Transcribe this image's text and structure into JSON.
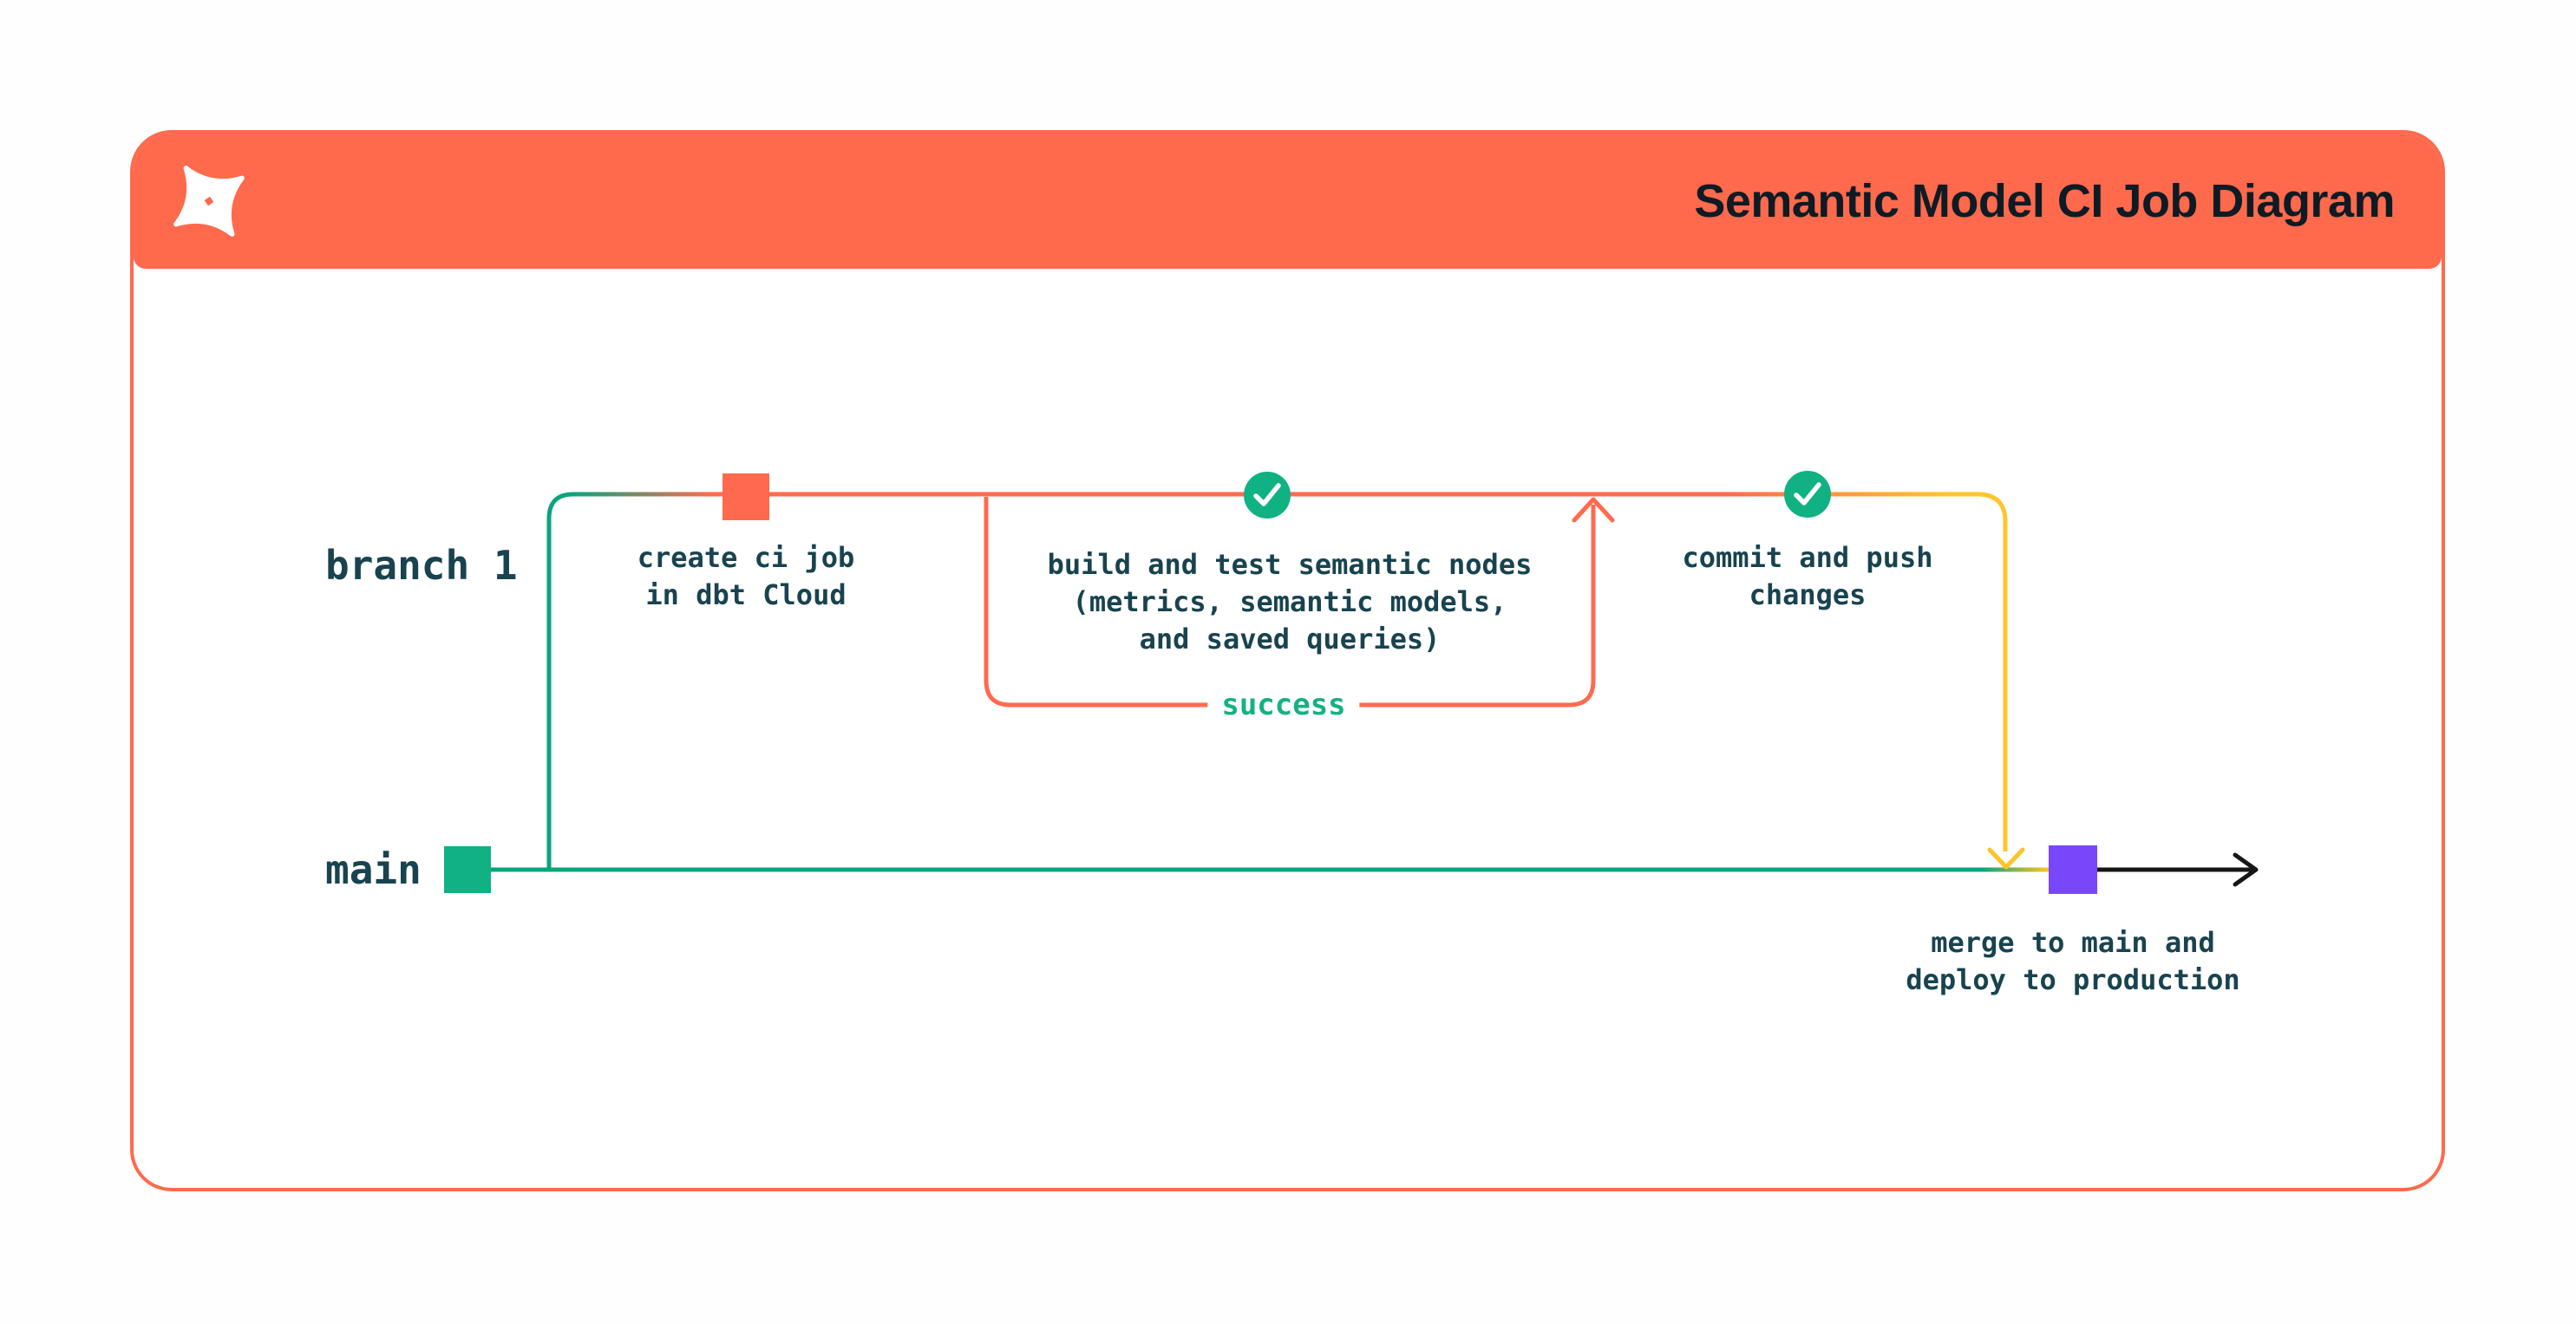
{
  "header": {
    "title": "Semantic Model CI Job Diagram"
  },
  "labels": {
    "branch": "branch 1",
    "main": "main",
    "create_ci": "create ci job\nin dbt Cloud",
    "build_test": "build and test semantic nodes\n(metrics, semantic models,\nand saved queries)",
    "success": "success",
    "commit_push": "commit and push\nchanges",
    "merge_deploy": "merge to main and\ndeploy to production"
  },
  "icons": {
    "logo": "dbt-logo",
    "check": "checkmark"
  },
  "colors": {
    "page-bg": "#fefefe",
    "header-bg": "#ff694c",
    "card-border": "#ff6a4e",
    "line-orange": "#ff6a4e",
    "line-teal": "#0ba47c",
    "line-yellow": "#ffc42a",
    "node-green": "#10b183",
    "node-orange": "#ff694d",
    "node-purple": "#7a46fa",
    "success-green": "#15b183",
    "arrow-black": "#161616",
    "ink": "#18434f",
    "title-ink": "#0e1b24"
  }
}
